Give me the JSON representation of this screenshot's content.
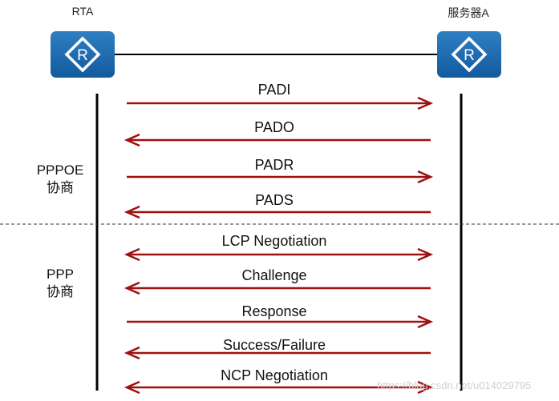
{
  "nodes": {
    "left": {
      "name": "RTA"
    },
    "right": {
      "name": "服务器A"
    }
  },
  "phases": [
    {
      "line1": "PPPOE",
      "line2": "协商"
    },
    {
      "line1": "PPP",
      "line2": "协商"
    }
  ],
  "messages": [
    {
      "label": "PADI",
      "direction": "right"
    },
    {
      "label": "PADO",
      "direction": "left"
    },
    {
      "label": "PADR",
      "direction": "right"
    },
    {
      "label": "PADS",
      "direction": "left"
    },
    {
      "label": "LCP Negotiation",
      "direction": "both"
    },
    {
      "label": "Challenge",
      "direction": "left"
    },
    {
      "label": "Response",
      "direction": "right"
    },
    {
      "label": "Success/Failure",
      "direction": "left"
    },
    {
      "label": "NCP Negotiation",
      "direction": "both"
    }
  ],
  "watermark": "https://blog.csdn.net/u014029795",
  "colors": {
    "arrow": "#a01010",
    "icon": "#1f6fb5"
  }
}
